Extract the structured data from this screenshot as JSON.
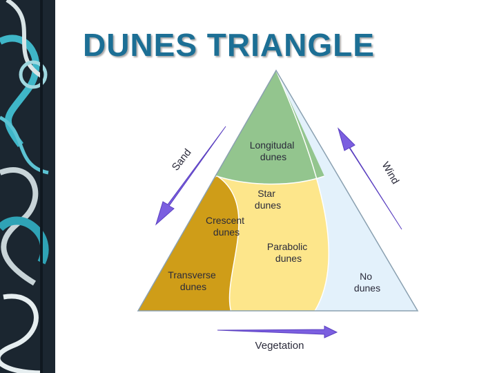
{
  "slide": {
    "title": "DUNES TRIANGLE"
  },
  "colors": {
    "title": "#1c6f95",
    "longitudinal": "#93c58e",
    "yellow_zone": "#fde68b",
    "crescent_transverse": "#cf9d18",
    "no_dunes": "#e3f1fb",
    "arrows": "#7b5fe0",
    "outline": "#8aa0b0"
  },
  "diagram": {
    "regions": {
      "longitudinal": [
        "Longitudal",
        "dunes"
      ],
      "star": [
        "Star",
        "dunes"
      ],
      "crescent": [
        "Crescent",
        "dunes"
      ],
      "parabolic": [
        "Parabolic",
        "dunes"
      ],
      "transverse": [
        "Transverse",
        "dunes"
      ],
      "no_dunes": [
        "No",
        "dunes"
      ]
    },
    "arrows": {
      "sand": "Sand",
      "wind": "Wind",
      "vegetation": "Vegetation"
    }
  }
}
